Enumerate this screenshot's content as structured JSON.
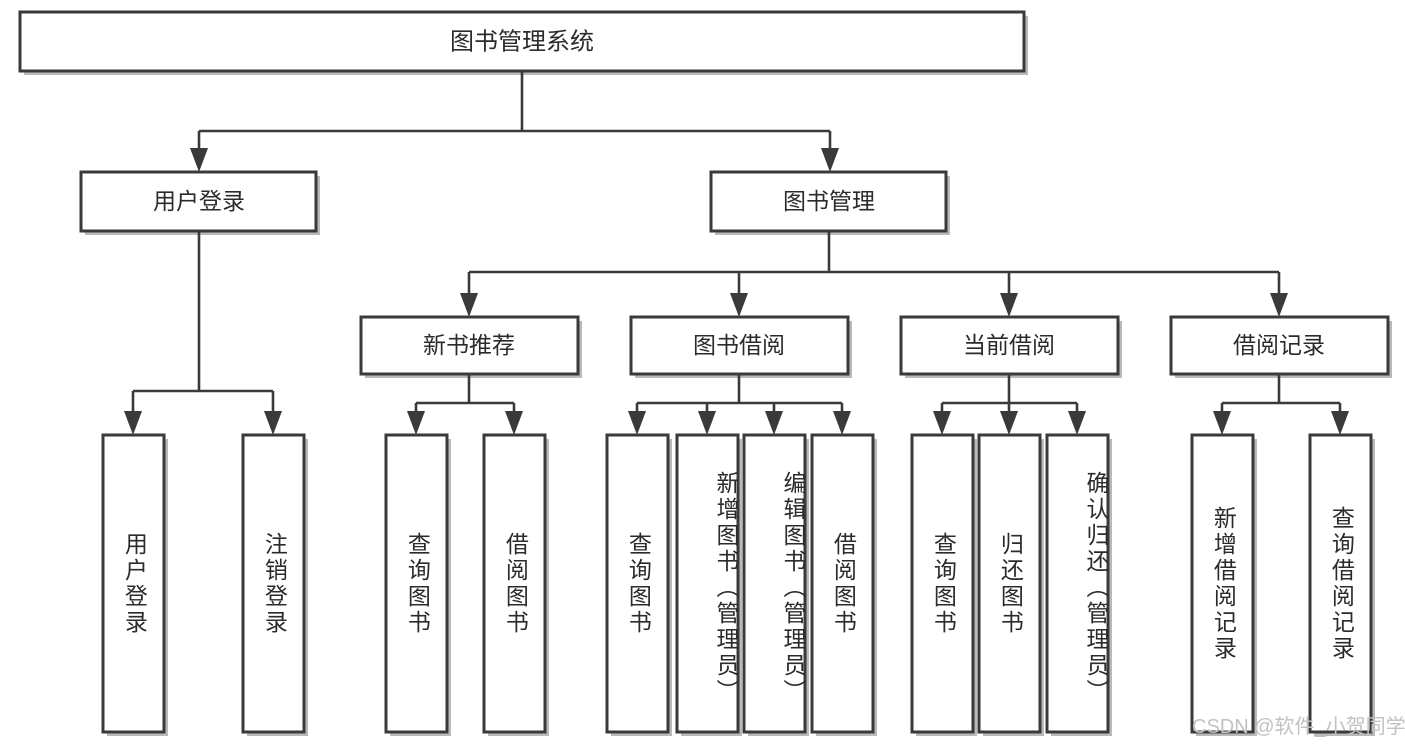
{
  "diagram": {
    "type": "tree",
    "title": "图书管理系统",
    "watermark": "CSDN @软件_小贺同学",
    "colors": {
      "box_fill": "#ffffff",
      "box_stroke": "#3a3a3a",
      "text": "#2b2b2b",
      "shadow": "#b9b9b9",
      "watermark": "#c2c2c2",
      "background": "#ffffff"
    },
    "root": {
      "label": "图书管理系统"
    },
    "level2": [
      {
        "id": "user-login",
        "label": "用户登录"
      },
      {
        "id": "book-management",
        "label": "图书管理"
      }
    ],
    "level3": [
      {
        "id": "new-book-recommend",
        "label": "新书推荐"
      },
      {
        "id": "book-borrow",
        "label": "图书借阅"
      },
      {
        "id": "current-borrow",
        "label": "当前借阅"
      },
      {
        "id": "borrow-record",
        "label": "借阅记录"
      }
    ],
    "leaves": {
      "user_login": [
        {
          "id": "leaf-user-login",
          "label": "用户登录"
        },
        {
          "id": "leaf-logout-login",
          "label": "注销登录"
        }
      ],
      "new_book_recommend": [
        {
          "id": "leaf-query-book-1",
          "label": "查询图书"
        },
        {
          "id": "leaf-borrow-book-1",
          "label": "借阅图书"
        }
      ],
      "book_borrow": [
        {
          "id": "leaf-query-book-2",
          "label": "查询图书"
        },
        {
          "id": "leaf-add-book",
          "label": "新增图书（管理员）"
        },
        {
          "id": "leaf-edit-book",
          "label": "编辑图书（管理员）"
        },
        {
          "id": "leaf-borrow-book-2",
          "label": "借阅图书"
        }
      ],
      "current_borrow": [
        {
          "id": "leaf-query-book-3",
          "label": "查询图书"
        },
        {
          "id": "leaf-return-book",
          "label": "归还图书"
        },
        {
          "id": "leaf-confirm-return",
          "label": "确认归还（管理员）"
        }
      ],
      "borrow_record": [
        {
          "id": "leaf-add-record",
          "label": "新增借阅记录"
        },
        {
          "id": "leaf-query-record",
          "label": "查询借阅记录"
        }
      ]
    }
  }
}
